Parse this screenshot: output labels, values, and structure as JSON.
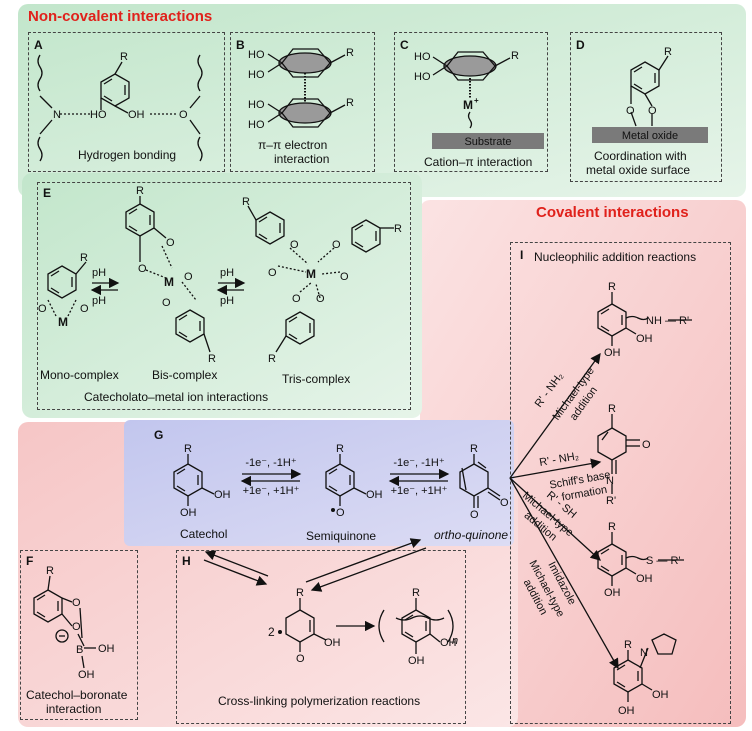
{
  "sections": {
    "noncovalent_title": "Non-covalent interactions",
    "covalent_title": "Covalent interactions"
  },
  "panels": {
    "A": {
      "letter": "A",
      "caption": "Hydrogen bonding",
      "R": "R",
      "N": "N",
      "HO": "HO",
      "OH": "OH",
      "O": "O"
    },
    "B": {
      "letter": "B",
      "caption_line1": "π–π electron",
      "caption_line2": "interaction",
      "R": "R",
      "HO": "HO"
    },
    "C": {
      "letter": "C",
      "caption": "Cation–π interaction",
      "substrate": "Substrate",
      "metal": "M",
      "R": "R",
      "HO": "HO"
    },
    "D": {
      "letter": "D",
      "caption_line1": "Coordination with",
      "caption_line2": "metal oxide surface",
      "oxide": "Metal oxide",
      "R": "R",
      "O": "O"
    },
    "E": {
      "letter": "E",
      "caption": "Catecholato–metal ion interactions",
      "mono": "Mono-complex",
      "bis": "Bis-complex",
      "tris": "Tris-complex",
      "pH": "pH",
      "R": "R",
      "O": "O",
      "M": "M"
    },
    "F": {
      "letter": "F",
      "caption_line1": "Catechol–boronate",
      "caption_line2": "interaction",
      "B": "B",
      "OH": "OH",
      "R": "R",
      "O": "O"
    },
    "G": {
      "letter": "G",
      "catechol": "Catechol",
      "semiquinone": "Semiquinone",
      "quinone": "ortho-quinone",
      "ox1": "-1e⁻, -1H⁺",
      "red1": "+1e⁻, +1H⁺",
      "ox2": "-1e⁻, -1H⁺",
      "red2": "+1e⁻, +1H⁺",
      "R": "R",
      "OH": "OH",
      "O": "O"
    },
    "H": {
      "letter": "H",
      "caption": "Cross-linking polymerization reactions",
      "coef": "2",
      "n": "n",
      "R": "R",
      "OH": "OH",
      "O": "O"
    },
    "I": {
      "letter": "I",
      "title": "Nucleophilic addition reactions",
      "r1_reagent": "R' - NH₂",
      "r1_type_line1": "Michael-type",
      "r1_type_line2": "addition",
      "r1_group": "NH — R'",
      "r2_reagent": "R' - NH₂",
      "r2_type_line1": "Schiff's base",
      "r2_type_line2": "formation",
      "r2_N": "N",
      "r2_R": "R'",
      "r3_reagent": "R' - SH",
      "r3_type_line1": "Michael-type",
      "r3_type_line2": "addition",
      "r3_group": "S — R'",
      "r4_reagent": "Imidazole",
      "r4_type_line1": "Michael-type",
      "r4_type_line2": "addition",
      "r4_N": "N",
      "R": "R",
      "OH": "OH",
      "O": "O"
    }
  },
  "colors": {
    "green": "#cfe9d6",
    "red": "#f8d3d3",
    "purple": "#c9cbef",
    "accent": "#e0211b",
    "grey": "#808080"
  }
}
